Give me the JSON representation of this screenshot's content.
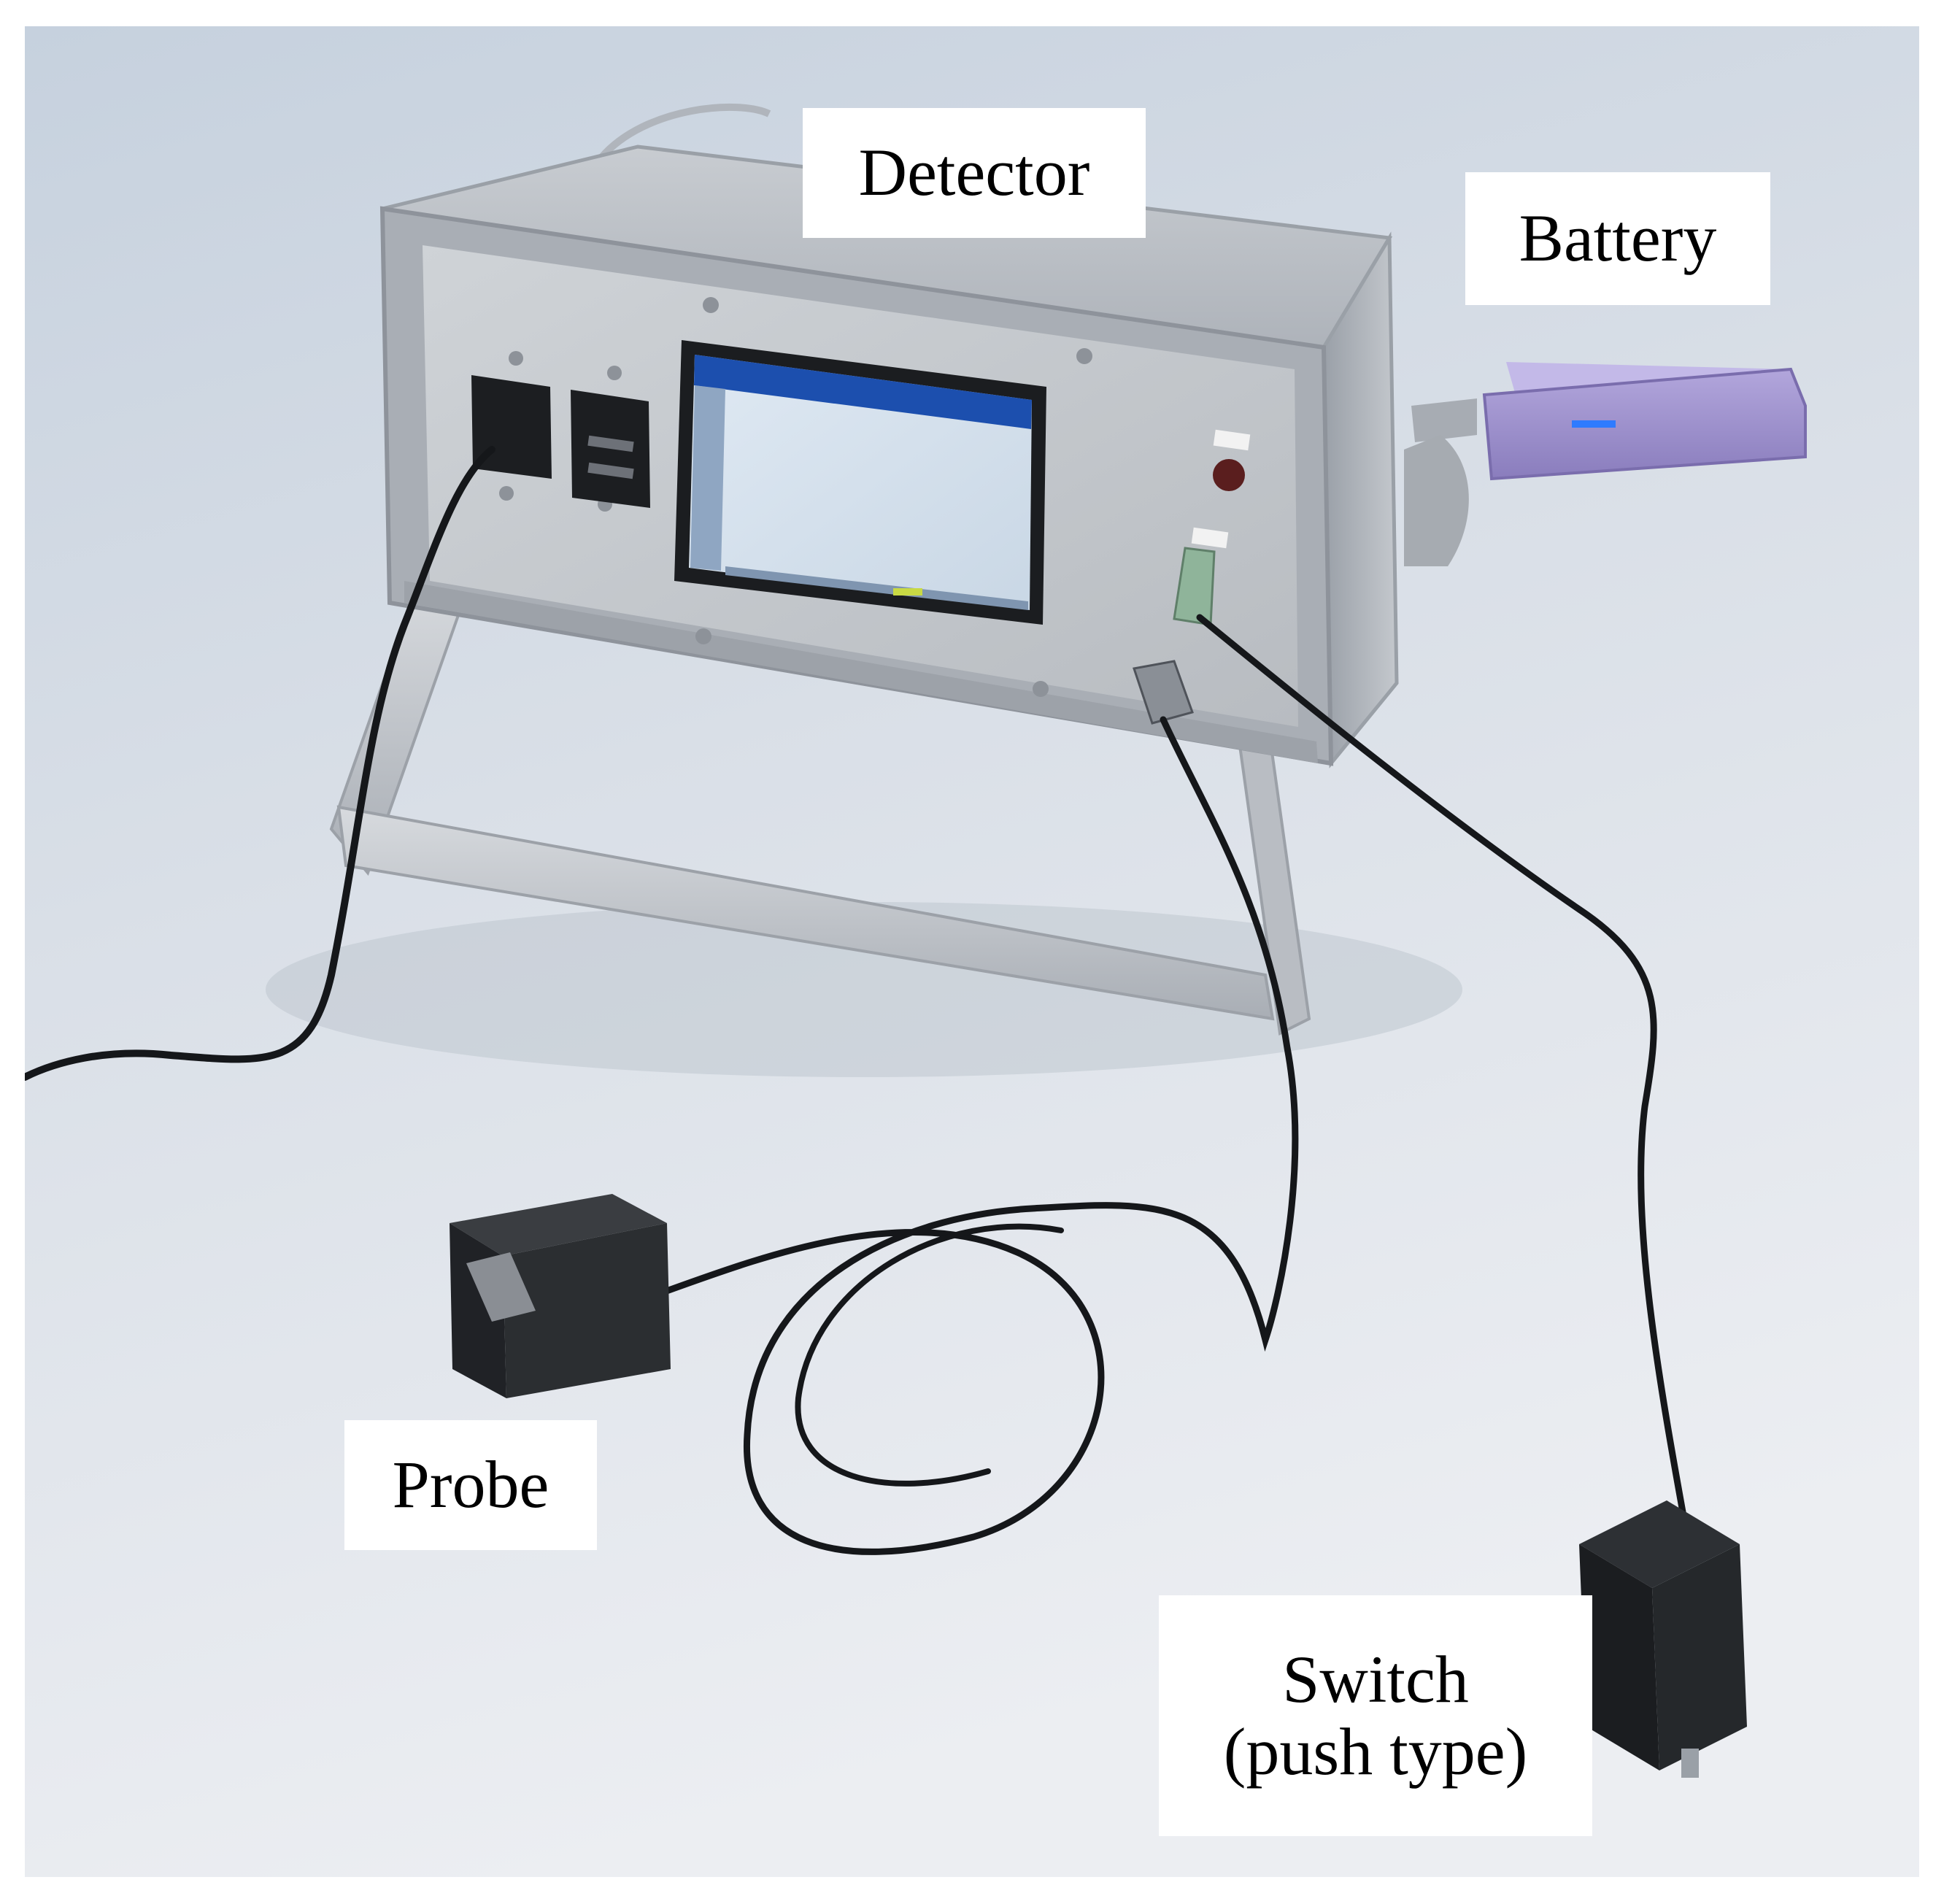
{
  "labels": {
    "detector": "Detector",
    "battery": "Battery",
    "probe": "Probe",
    "switch_line1": "Switch",
    "switch_line2": "(push type)"
  },
  "colors": {
    "background_top": "#c9d4e0",
    "background_bottom": "#e9ecf1",
    "chassis": "#b7bcc3",
    "panel": "#c6cace",
    "screen_bezel": "#1b1d20",
    "screen": "#d6e3ef",
    "screen_header": "#1c4fae",
    "cable": "#15171a",
    "battery": "#9d90cc",
    "battery_led": "#2f7bff",
    "probe_body": "#2b2e31",
    "switch_body": "#1f2124",
    "connector_green": "#8fb49a"
  },
  "icons": {
    "detector": "detector-device-icon",
    "battery": "battery-pack-icon",
    "probe": "probe-block-icon",
    "switch": "push-switch-icon"
  }
}
